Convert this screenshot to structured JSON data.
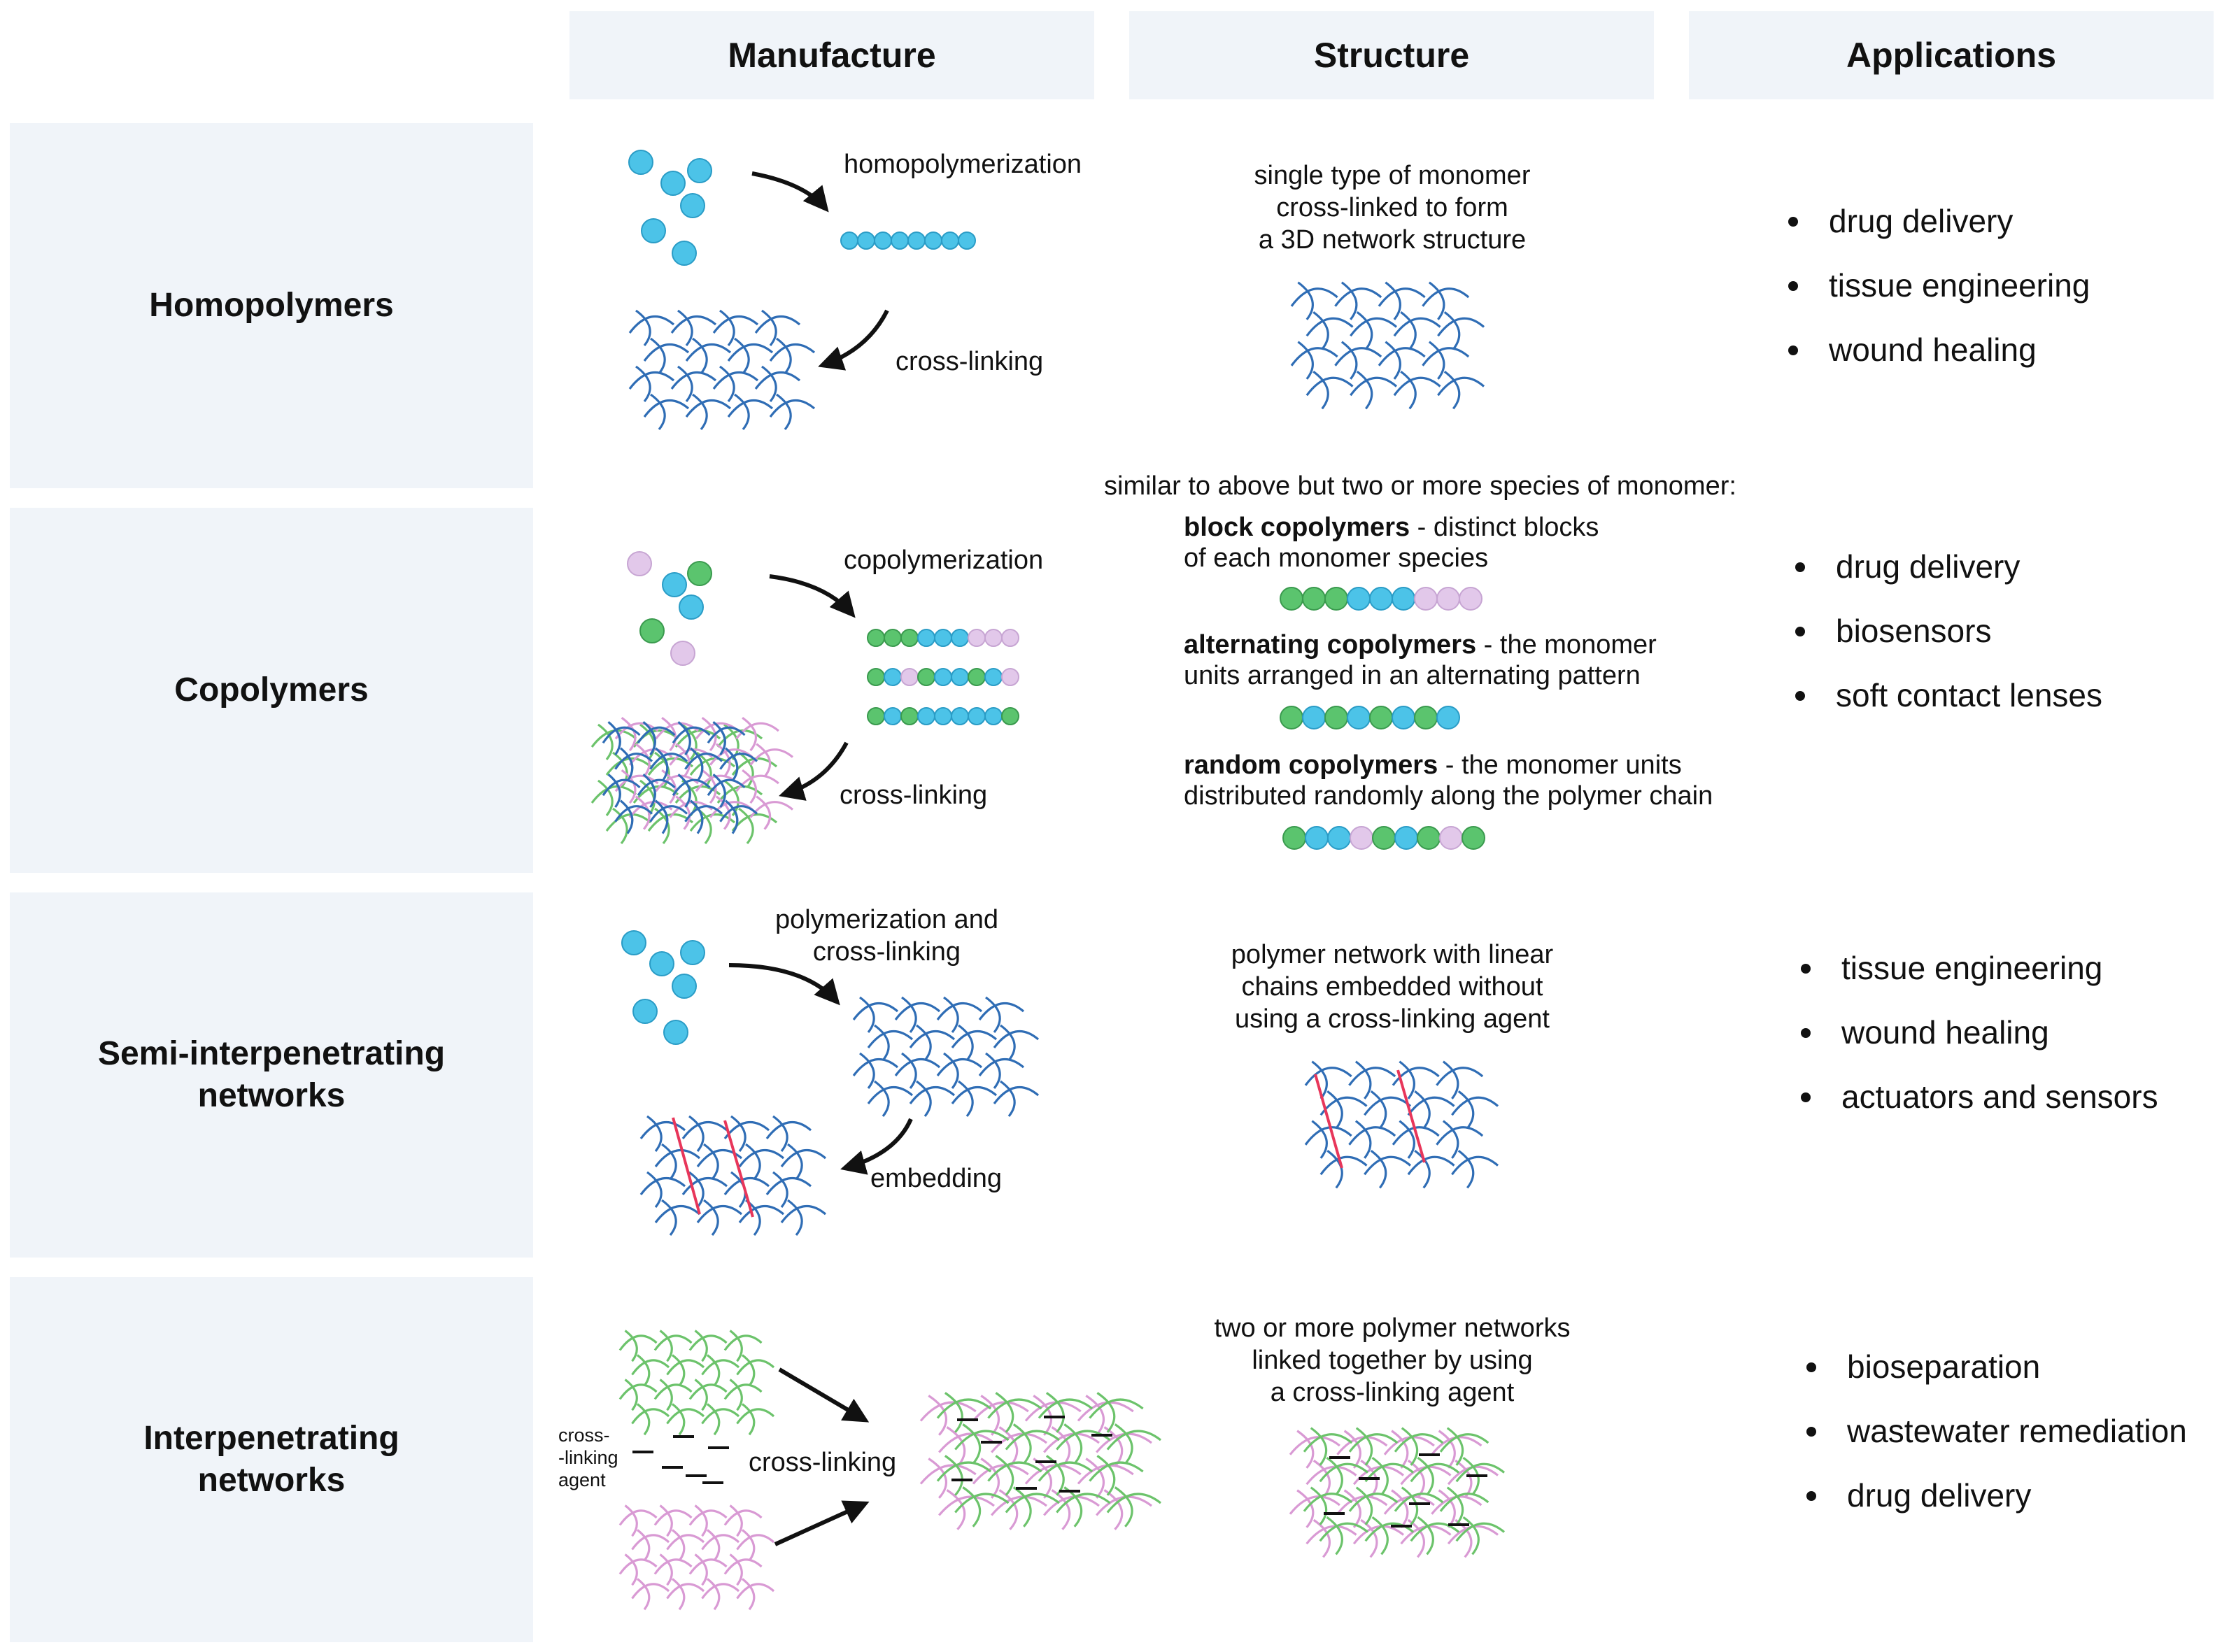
{
  "headers": {
    "manufacture": "Manufacture",
    "structure": "Structure",
    "applications": "Applications"
  },
  "rows": {
    "homopolymers": {
      "label": "Homopolymers",
      "process1": "homopolymerization",
      "process2": "cross-linking",
      "structure": [
        "single type of monomer",
        "cross-linked to form",
        "a 3D network structure"
      ],
      "applications": [
        "drug delivery",
        "tissue engineering",
        "wound healing"
      ]
    },
    "copolymers": {
      "label": "Copolymers",
      "process1": "copolymerization",
      "process2": "cross-linking",
      "structure_intro": "similar to above but two or more species of monomer:",
      "block_bold": "block copolymers",
      "block_rest": " - distinct blocks",
      "block_line2": "of each monomer species",
      "alt_bold": "alternating copolymers",
      "alt_rest": " -  the monomer",
      "alt_line2": "units arranged in an alternating pattern",
      "random_bold": "random copolymers",
      "random_rest": " -  the monomer units",
      "random_line2": "distributed randomly along the polymer chain",
      "applications": [
        "drug delivery",
        "biosensors",
        "soft contact lenses"
      ]
    },
    "semi_ipn": {
      "label_line1": "Semi-interpenetrating",
      "label_line2": "networks",
      "process1_line1": "polymerization and",
      "process1_line2": "cross-linking",
      "process2": "embedding",
      "structure": [
        "polymer network with linear",
        "chains embedded without",
        "using a cross-linking agent"
      ],
      "applications": [
        "tissue engineering",
        "wound healing",
        "actuators and sensors"
      ]
    },
    "ipn": {
      "label_line1": "Interpenetrating",
      "label_line2": "networks",
      "agent_line1": "cross-",
      "agent_line2": "-linking",
      "agent_line3": "agent",
      "process": "cross-linking",
      "structure": [
        "two or more polymer networks",
        "linked together by using",
        "a cross-linking agent"
      ],
      "applications": [
        "bioseparation",
        "wastewater remediation",
        "drug delivery"
      ]
    }
  },
  "colors": {
    "panel": "#f0f4f9",
    "monomer_blue": "#4cc3e8",
    "monomer_green": "#5bc46e",
    "monomer_pink": "#e2c8ea",
    "network_blue": "#2f6db5",
    "network_green": "#6cc36b",
    "network_pink": "#d99ad4",
    "linear_chain_red": "#e8365a"
  }
}
